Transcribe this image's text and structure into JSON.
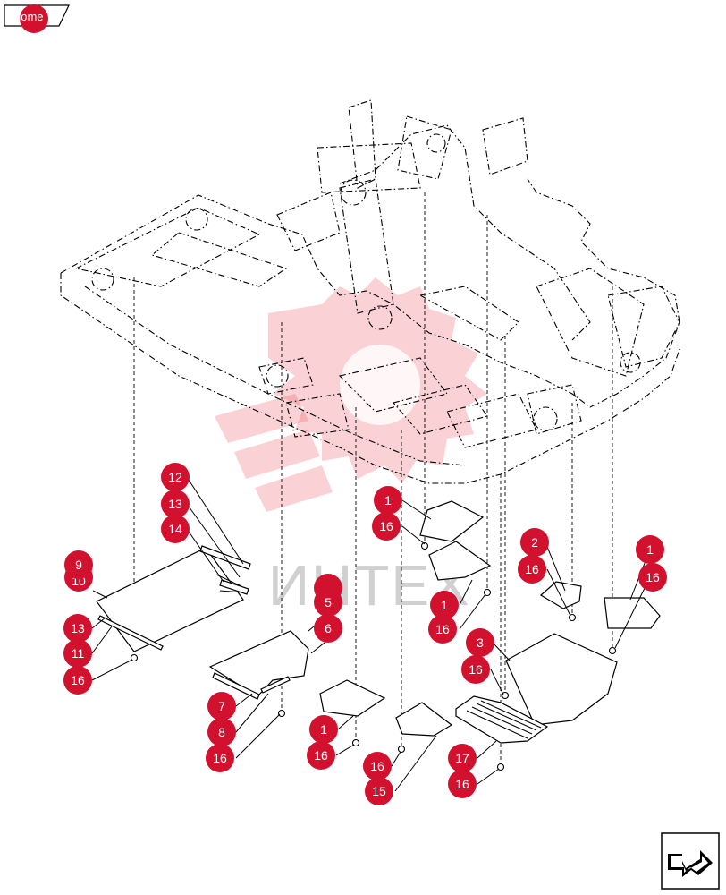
{
  "header": {
    "home_label": "home"
  },
  "watermark": {
    "text": "ИНТЕХ"
  },
  "callouts": [
    "12",
    "13",
    "14",
    "9",
    "10",
    "13",
    "11",
    "16",
    "1",
    "16",
    "1",
    "16",
    "2",
    "16",
    "1",
    "16",
    "5",
    "6",
    "7",
    "8",
    "16",
    "3",
    "16",
    "1",
    "16",
    "16",
    "15",
    "17",
    "16"
  ],
  "icons": {
    "home": "home-tab-icon",
    "navigate": "navigate-arrow-icon"
  },
  "colors": {
    "callout": "#d1112e",
    "watermark": "#e8323f"
  }
}
